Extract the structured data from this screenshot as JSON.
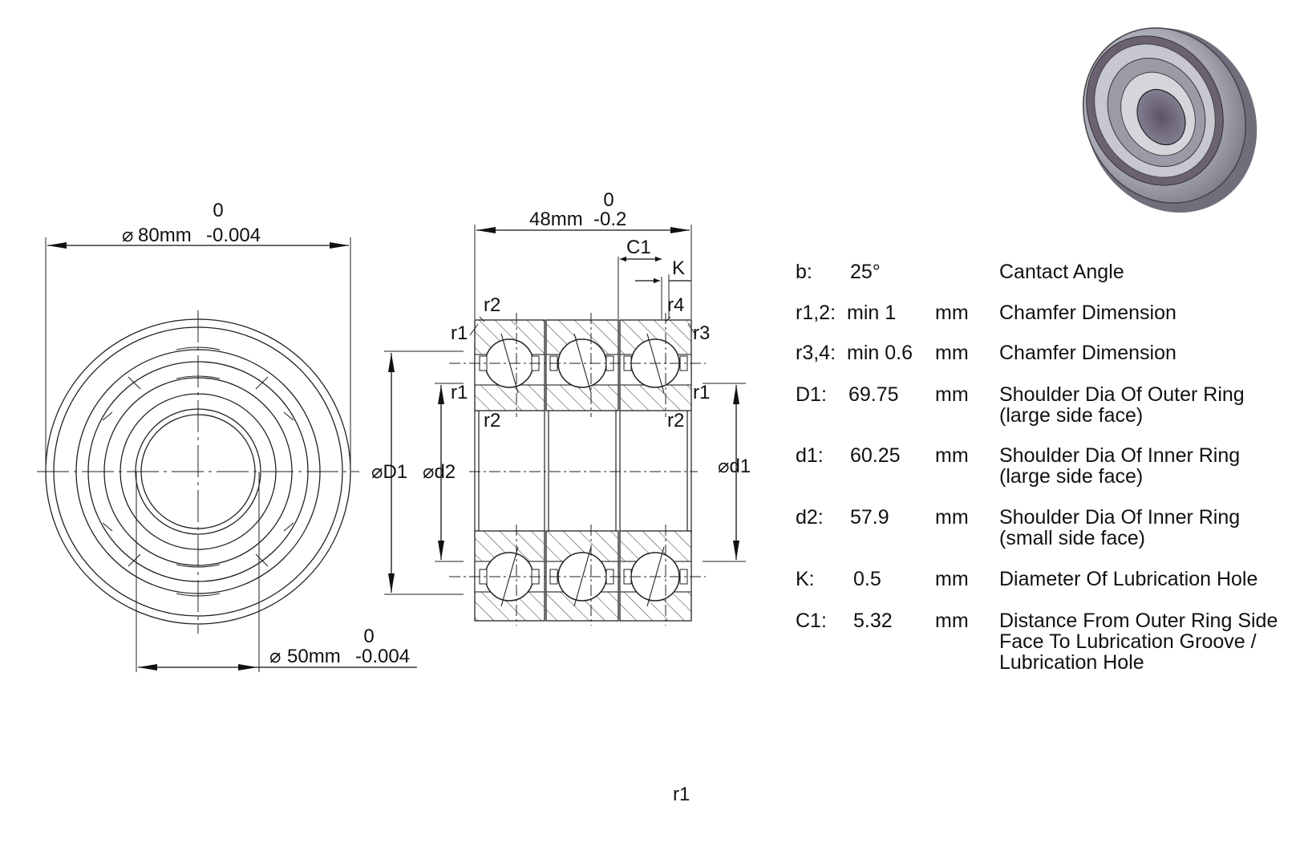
{
  "dimensions": {
    "outer_dia": {
      "tol_upper": "0",
      "value": "80mm",
      "tol_lower": "-0.004",
      "symbol": "⌀"
    },
    "bore_dia": {
      "tol_upper": "0",
      "value": "50mm",
      "tol_lower": "-0.004",
      "symbol": "⌀"
    },
    "width": {
      "tol_upper": "0",
      "value": "48mm",
      "tol_lower": "-0.2"
    }
  },
  "labels": {
    "c1": "C1",
    "k": "K",
    "r1": "r1",
    "r2": "r2",
    "r3": "r3",
    "r4": "r4",
    "D1": "⌀D1",
    "d2": "⌀d2",
    "d1": "⌀d1",
    "footer": "r1"
  },
  "specs": [
    {
      "sym": "b:",
      "val": "25°",
      "unit": "",
      "desc": "Cantact Angle"
    },
    {
      "sym": "r1,2:",
      "val": "min 1",
      "unit": "mm",
      "desc": "Chamfer Dimension"
    },
    {
      "sym": "r3,4:",
      "val": "min 0.6",
      "unit": "mm",
      "desc": "Chamfer Dimension"
    },
    {
      "sym": "D1:",
      "val": "69.75",
      "unit": "mm",
      "desc": "Shoulder Dia Of Outer Ring\n(large side face)"
    },
    {
      "sym": "d1:",
      "val": "60.25",
      "unit": "mm",
      "desc": "Shoulder Dia Of Inner Ring\n(large side face)"
    },
    {
      "sym": "d2:",
      "val": "57.9",
      "unit": "mm",
      "desc": "Shoulder Dia Of Inner Ring\n(small side face)"
    },
    {
      "sym": "K:",
      "val": "0.5",
      "unit": "mm",
      "desc": "Diameter Of Lubrication Hole"
    },
    {
      "sym": "C1:",
      "val": "5.32",
      "unit": "mm",
      "desc": "Distance From Outer Ring Side\nFace To Lubrication Groove /\nLubrication Hole"
    }
  ]
}
